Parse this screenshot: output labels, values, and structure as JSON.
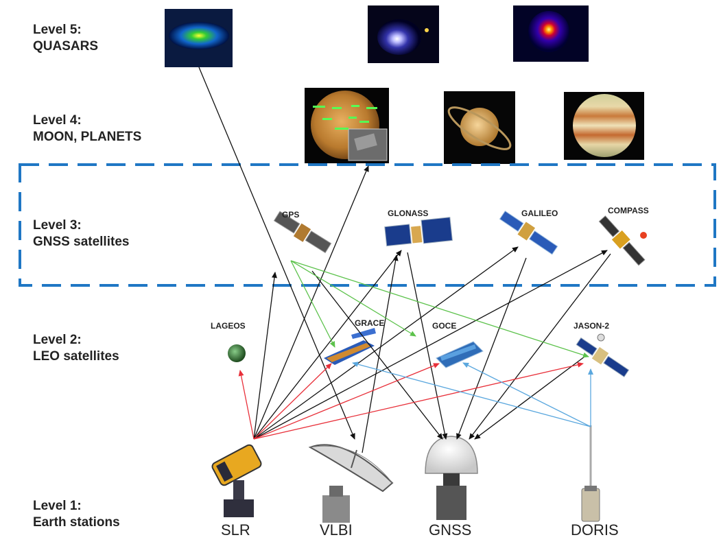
{
  "levels": [
    {
      "title": "Level 5:",
      "subtitle": "QUASARS"
    },
    {
      "title": "Level 4:",
      "subtitle": "MOON, PLANETS"
    },
    {
      "title": "Level 3:",
      "subtitle": "GNSS satellites"
    },
    {
      "title": "Level 2:",
      "subtitle": "LEO satellites"
    },
    {
      "title": "Level 1:",
      "subtitle": "Earth stations"
    }
  ],
  "gnss_satellites": [
    "GPS",
    "GLONASS",
    "GALILEO",
    "COMPASS"
  ],
  "leo_satellites": [
    "LAGEOS",
    "GRACE",
    "GOCE",
    "JASON-2"
  ],
  "earth_stations": [
    "SLR",
    "VLBI",
    "GNSS",
    "DORIS"
  ],
  "colors": {
    "dashed_box": "#1f77c4",
    "slr_to_leo": "#e8303a",
    "gps_to_leo": "#5cc24b",
    "doris_to_leo": "#5aa7de",
    "black_links": "#111111"
  }
}
